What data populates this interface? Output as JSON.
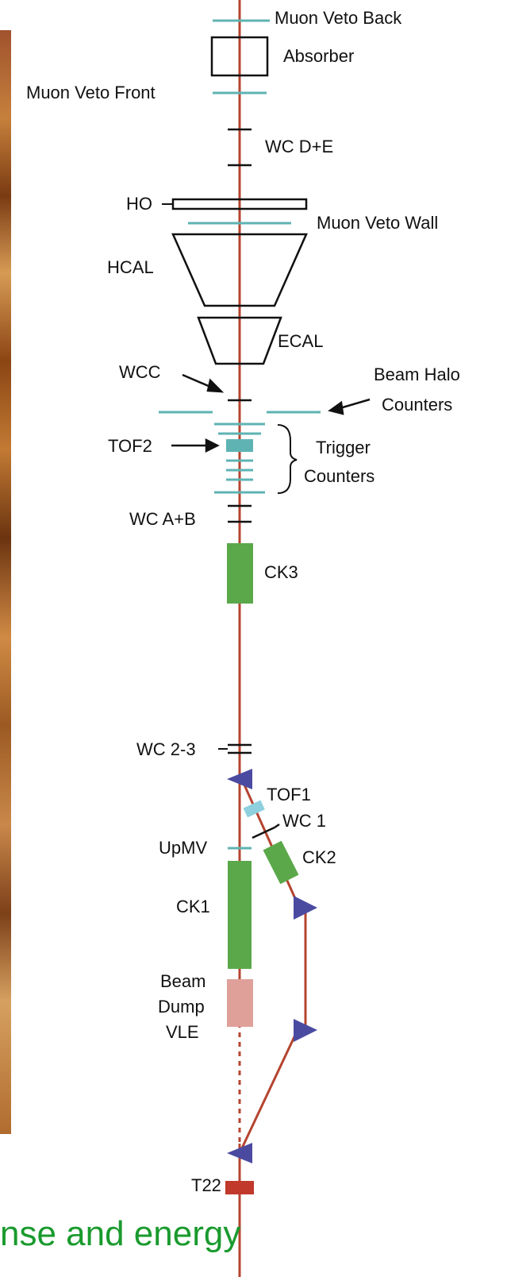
{
  "labels": {
    "muon_veto_back": "Muon Veto Back",
    "absorber": "Absorber",
    "muon_veto_front": "Muon Veto Front",
    "wc_de": "WC D+E",
    "ho": "HO",
    "muon_veto_wall": "Muon Veto Wall",
    "hcal": "HCAL",
    "ecal": "ECAL",
    "wcc": "WCC",
    "beam_halo_1": "Beam Halo",
    "beam_halo_2": "Counters",
    "tof2": "TOF2",
    "trigger_1": "Trigger",
    "trigger_2": "Counters",
    "wc_ab": "WC A+B",
    "ck3": "CK3",
    "wc_23": "WC 2-3",
    "tof1": "TOF1",
    "wc_1": "WC 1",
    "upmv": "UpMV",
    "ck2": "CK2",
    "ck1": "CK1",
    "beam_dump_1": "Beam",
    "beam_dump_2": "Dump",
    "beam_dump_3": "VLE",
    "t22": "T22"
  },
  "caption": "nse and energy",
  "colors": {
    "beamline": "#b5442f",
    "counter": "#5fb3b3",
    "cherenkov": "#5aa84a",
    "magnet": "#4a4aa0",
    "beam_dump": "#e0a09a",
    "target": "#c0392b",
    "caption": "#1a9a2e"
  }
}
